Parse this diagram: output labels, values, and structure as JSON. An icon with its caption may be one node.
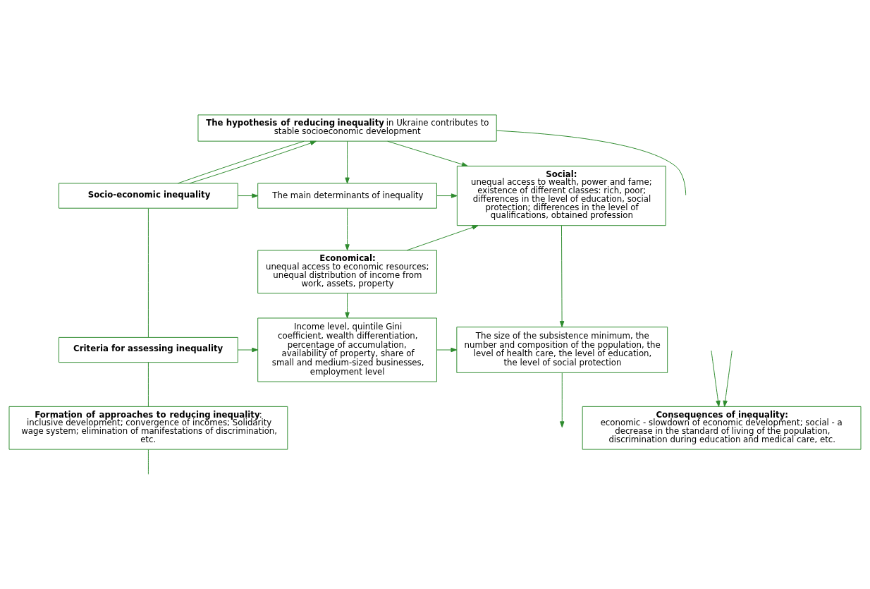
{
  "diagram": {
    "nodes": [
      {
        "text": [
          "**The hypothesis of reducing inequality** in Ukraine contributes to stable socioeconomic development"
        ]
      },
      {
        "text": [
          "Socio-economic inequality"
        ]
      },
      {
        "text": [
          "The main determinants of inequality"
        ]
      },
      {
        "text": [
          "Economical:",
          "unequal access to economic resources; unequal distribution of income from work, assets, property"
        ]
      },
      {
        "text": [
          "Social:",
          "unequal access to wealth, power and fame; existence of different classes: rich, poor; differences in the level of education, social protection; differences in the level of qualifications, obtained profession"
        ]
      },
      {
        "text": [
          "Criteria for assessing inequality"
        ]
      },
      {
        "text": [
          "Income level, quintile Gini coefficient, wealth differentiation, percentage of accumulation, availability of property, share of small and medium-sized businesses, employment level"
        ]
      },
      {
        "text": [
          "The size of the subsistence minimum, the number and composition of the population, the level of health care, the level of education, the level of social protection"
        ]
      },
      {
        "text": [
          "**Formation of approaches to reducing inequality**:",
          "inclusive development; convergence of incomes; Solidarity wage system; elimination of manifestations of discrimination, etc."
        ]
      },
      {
        "text": [
          "Consequences of inequality:",
          "economic - slowdown of economic development; social - a decrease in the standard of living of the population, discrimination during education and medical care, etc."
        ]
      }
    ],
    "edges": [
      {
        "from": 1,
        "to": 0,
        "arrow": "to"
      },
      {
        "from": 0,
        "to": 2,
        "arrow": "to"
      },
      {
        "from": 0,
        "to": 4,
        "arrow": "to"
      },
      {
        "from": 1,
        "to": 2,
        "arrow": "to"
      },
      {
        "from": 2,
        "to": 4,
        "arrow": "to"
      },
      {
        "from": 2,
        "to": 3,
        "arrow": "to"
      },
      {
        "from": 3,
        "to": 4,
        "arrow": "to"
      },
      {
        "from": 3,
        "to": 6,
        "arrow": "to"
      },
      {
        "from": 4,
        "to": 7,
        "arrow": "to"
      },
      {
        "from": 5,
        "to": 6,
        "arrow": "to"
      },
      {
        "from": 6,
        "to": 7,
        "arrow": "to"
      },
      {
        "from": 7,
        "to": null,
        "arrow": "to"
      },
      {
        "from": 0,
        "to": 1,
        "arrow": "none"
      },
      {
        "from": 1,
        "to": 5,
        "arrow": "none"
      },
      {
        "from": 5,
        "to": 8,
        "arrow": "none"
      },
      {
        "from": 8,
        "to": null,
        "arrow": "none"
      },
      {
        "from": 0,
        "to": null,
        "arrow": "none"
      },
      {
        "from": null,
        "to": 9,
        "arrow": "to"
      },
      {
        "from": null,
        "to": 9,
        "arrow": "to"
      }
    ]
  }
}
